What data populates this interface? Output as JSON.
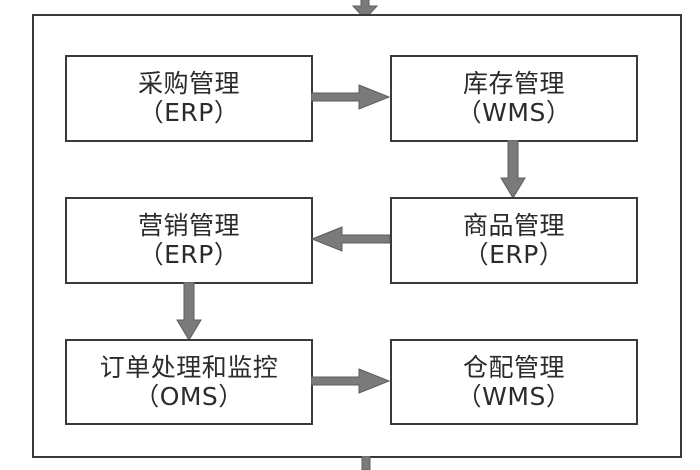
{
  "diagram": {
    "title": "",
    "colors": {
      "box_border": "#3a3a3a",
      "container_border": "#3a3a3a",
      "arrow_fill": "#7a7a7a",
      "arrow_stroke": "#5e5e5e",
      "text": "#2b2b2b",
      "background": "#ffffff"
    },
    "nodes": [
      {
        "id": "purchase",
        "title": "采购管理",
        "sub": "（ERP）"
      },
      {
        "id": "inventory",
        "title": "库存管理",
        "sub": "（WMS）"
      },
      {
        "id": "marketing",
        "title": "营销管理",
        "sub": "（ERP）"
      },
      {
        "id": "goods",
        "title": "商品管理",
        "sub": "（ERP）"
      },
      {
        "id": "order",
        "title": "订单处理和监控",
        "sub": "（OMS）"
      },
      {
        "id": "warehouse",
        "title": "仓配管理",
        "sub": "（WMS）"
      }
    ],
    "edges": [
      {
        "id": "top-in",
        "from": "external-above",
        "to": "container",
        "direction": "down"
      },
      {
        "id": "purchase-inv",
        "from": "purchase",
        "to": "inventory",
        "direction": "right"
      },
      {
        "id": "inv-goods",
        "from": "inventory",
        "to": "goods",
        "direction": "down"
      },
      {
        "id": "goods-mkt",
        "from": "goods",
        "to": "marketing",
        "direction": "left"
      },
      {
        "id": "mkt-order",
        "from": "marketing",
        "to": "order",
        "direction": "down"
      },
      {
        "id": "order-wh",
        "from": "order",
        "to": "warehouse",
        "direction": "right"
      },
      {
        "id": "bottom-out",
        "from": "container",
        "to": "external-below",
        "direction": "down"
      }
    ]
  }
}
